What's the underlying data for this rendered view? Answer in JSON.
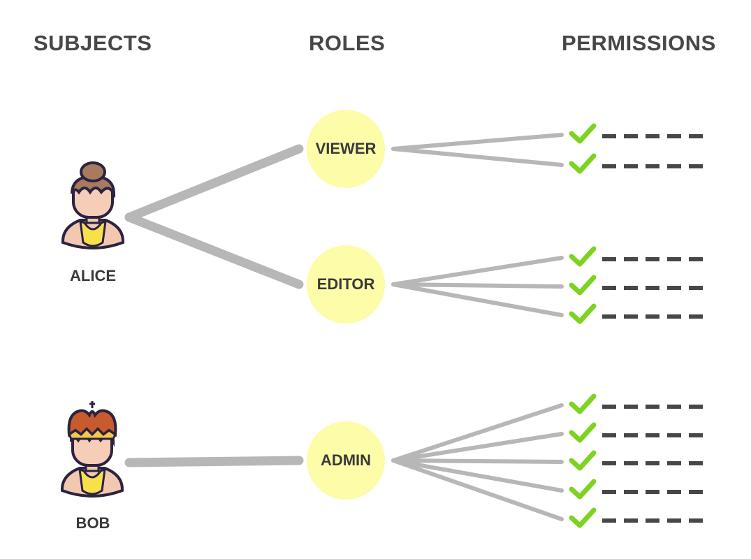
{
  "headers": {
    "subjects": "SUBJECTS",
    "roles": "ROLES",
    "permissions": "PERMISSIONS"
  },
  "subjects": [
    {
      "name": "ALICE",
      "icon": "person-avatar-icon",
      "roles": [
        "VIEWER",
        "EDITOR"
      ]
    },
    {
      "name": "BOB",
      "icon": "person-with-crown-avatar-icon",
      "roles": [
        "ADMIN"
      ]
    }
  ],
  "roles": [
    {
      "name": "VIEWER",
      "permission_count": 2
    },
    {
      "name": "EDITOR",
      "permission_count": 3
    },
    {
      "name": "ADMIN",
      "permission_count": 5
    }
  ],
  "colors": {
    "role_circle": "#fdfca8",
    "connector": "#b7b7b7",
    "check": "#7ed321",
    "dash": "#474747",
    "header_text": "#474747"
  },
  "icons": {
    "permission": "checkmark-icon",
    "permission_placeholder": "dashed-line"
  }
}
